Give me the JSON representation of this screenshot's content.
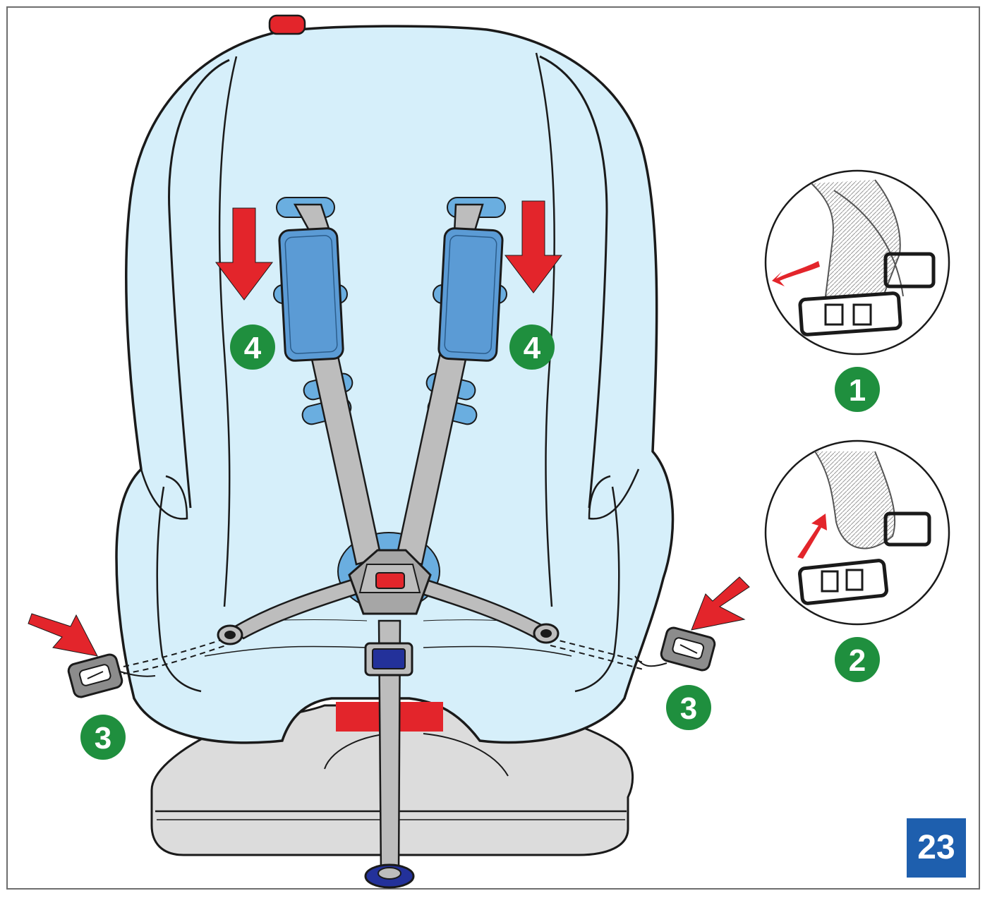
{
  "figure": {
    "figure_number": "23",
    "step_badges": {
      "step_1": "1",
      "step_2": "2",
      "step_3": "3",
      "step_4": "4"
    },
    "colors": {
      "seat_fill": "#d6effa",
      "outline": "#1a1a1a",
      "strap": "#bdbdbd",
      "shoulder_pad": "#5b9bd5",
      "harness_slot": "#6aaee0",
      "base": "#dcdcdc",
      "warning_red": "#e3252b",
      "badge_green": "#1f8f3e",
      "figure_badge": "#1e5fae",
      "buckle_blue": "#23319a"
    },
    "icons": {
      "arrow": "red-arrow-icon",
      "badge": "green-circle-number-icon"
    }
  }
}
